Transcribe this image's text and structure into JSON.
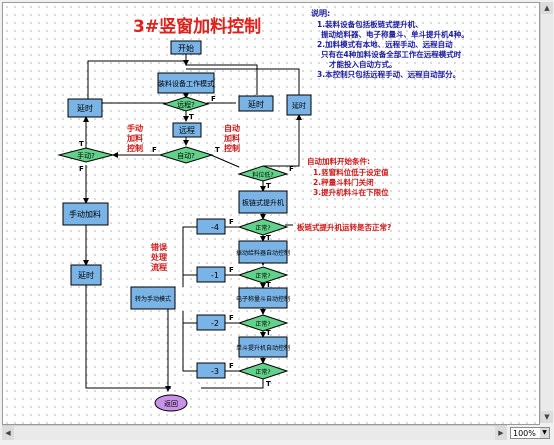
{
  "title": "3#竖窗加料控制",
  "notes": {
    "heading": "说明:",
    "lines": [
      "1.装料设备包括板链式提升机、",
      "振动给料器、电子称量斗、单斗提升机4种。",
      "2.加料模式有本地、远程手动、远程自动",
      "只有在4种加料设备全部工作在远程模式时",
      "才能投入自动方式。",
      "3.本控制只包括远程手动、远程自动部分。"
    ]
  },
  "conditions": {
    "heading": "自动加料开始条件:",
    "lines": [
      "1.竖窗料位低于设定值",
      "2.秤量斗料门关闭",
      "3.提升机料斗在下限位"
    ]
  },
  "side_labels": {
    "manual": [
      "手动",
      "加料",
      "控制"
    ],
    "auto": [
      "自动",
      "加料",
      "控制"
    ],
    "error": [
      "错误",
      "处理",
      "流程"
    ]
  },
  "question_text": "板链式提升机运转是否正常?",
  "nodes": {
    "start": "开始",
    "check_mode": "装料设备工作模式",
    "is_remote": "远程?",
    "delay1": "延时",
    "delay2": "延时",
    "delay3": "延时",
    "delay4": "延时",
    "remote": "远程",
    "manual_q": "手动?",
    "auto_q": "自动?",
    "feed_q": "料位低?",
    "manual_feed": "手动加料",
    "chain": "板链式提升机",
    "normal1": "正常?",
    "vib": "振动给料器自动控制",
    "normal2": "正常?",
    "scale": "电子称量斗自动控制",
    "normal3": "正常?",
    "bucket": "单斗提升机自动控制",
    "normal4": "正常?",
    "n4": "-4",
    "n1": "-1",
    "n2": "-2",
    "n3": "-3",
    "to_manual": "转为手动模式",
    "ret": "返回"
  },
  "letters": {
    "T": "T",
    "F": "F"
  },
  "zoom": "100%"
}
